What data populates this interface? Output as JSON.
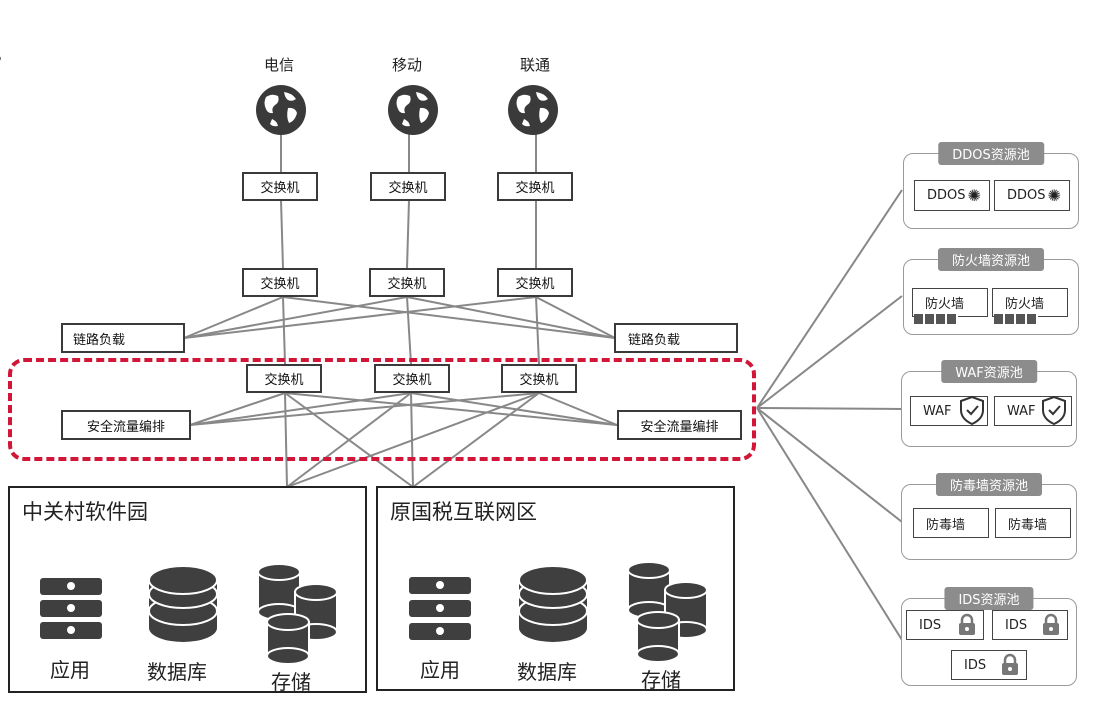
{
  "isps": [
    {
      "name": "电信"
    },
    {
      "name": "移动"
    },
    {
      "name": "联通"
    }
  ],
  "switch_label": "交换机",
  "link_balance_left": "链路负载",
  "link_balance_right": "链路负载",
  "security_orch_left": "安全流量编排",
  "security_orch_right": "安全流量编排",
  "zones": [
    {
      "title": "中关村软件园",
      "app": "应用",
      "db": "数据库",
      "storage": "存储"
    },
    {
      "title": "原国税互联网区",
      "app": "应用",
      "db": "数据库",
      "storage": "存储"
    }
  ],
  "pools": [
    {
      "title": "DDOS资源池",
      "items": [
        "DDOS",
        "DDOS"
      ]
    },
    {
      "title": "防火墙资源池",
      "items": [
        "防火墙",
        "防火墙"
      ]
    },
    {
      "title": "WAF资源池",
      "items": [
        "WAF",
        "WAF"
      ]
    },
    {
      "title": "防毒墙资源池",
      "items": [
        "防毒墙",
        "防毒墙"
      ]
    },
    {
      "title": "IDS资源池",
      "items": [
        "IDS",
        "IDS",
        "IDS"
      ]
    }
  ]
}
